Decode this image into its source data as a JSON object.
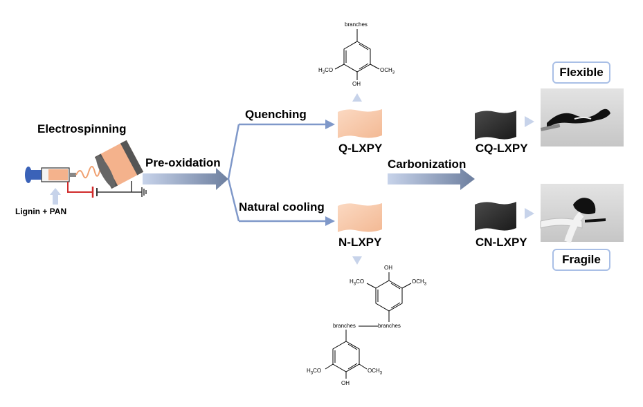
{
  "labels": {
    "electrospinning": "Electrospinning",
    "lignin_pan": "Lignin + PAN",
    "pre_oxidation": "Pre-oxidation",
    "quenching": "Quenching",
    "natural_cooling": "Natural cooling",
    "q_lxpy": "Q-LXPY",
    "n_lxpy": "N-LXPY",
    "carbonization": "Carbonization",
    "cq_lxpy": "CQ-LXPY",
    "cn_lxpy": "CN-LXPY",
    "flexible": "Flexible",
    "fragile": "Fragile"
  },
  "structures": {
    "top": {
      "branches": "branches",
      "left_group": "H3CO",
      "right_group": "OCH3",
      "oh": "OH"
    },
    "bottom_upper": {
      "oh": "OH",
      "left_group": "H3CO",
      "right_group": "OCH3",
      "branches_left": "branches",
      "branches_right": "branches"
    },
    "bottom_lower": {
      "left_group": "H3CO",
      "right_group": "OCH3",
      "oh": "OH"
    }
  },
  "colors": {
    "arrow_blue": "#7f98c9",
    "arrow_light": "#c7d3ea",
    "fiber_peach": "#f6c7a6",
    "carbon_dark": "#2b2b2b",
    "pill_border": "#a9bfe6"
  }
}
